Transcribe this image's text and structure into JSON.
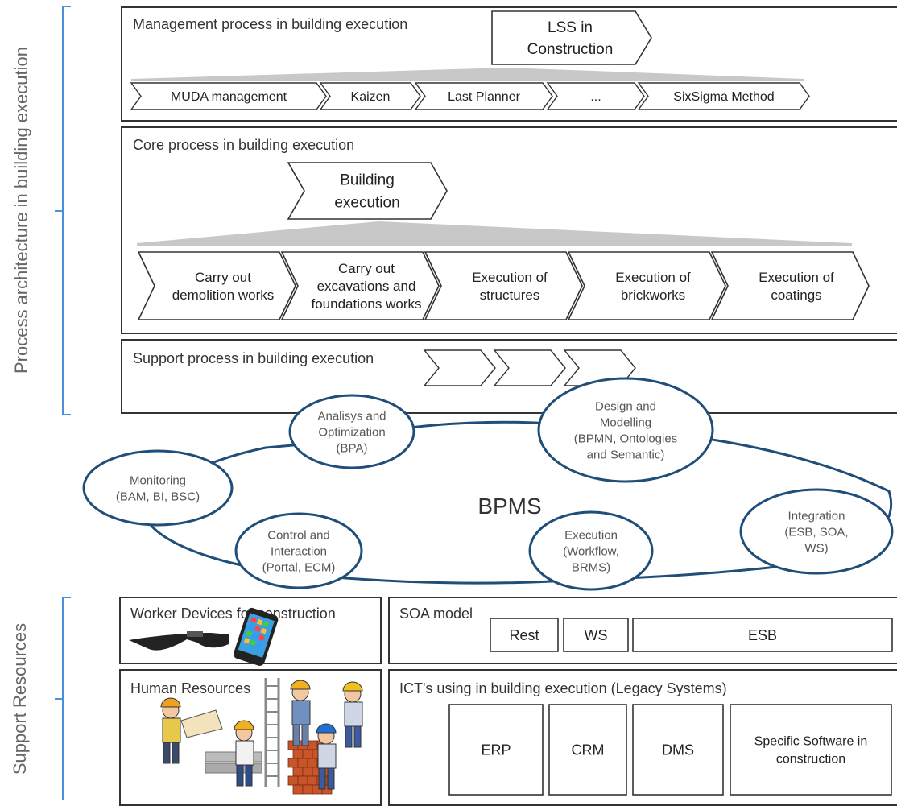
{
  "side_labels": {
    "process_architecture": "Process architecture in building execution",
    "support_resources": "Support Resources"
  },
  "management": {
    "title": "Management process in building execution",
    "lss_lines": [
      "LSS in",
      "Construction"
    ],
    "chevrons": [
      "MUDA management",
      "Kaizen",
      "Last Planner",
      "...",
      "SixSigma Method"
    ]
  },
  "core": {
    "title": "Core process in building execution",
    "building_lines": [
      "Building",
      "execution"
    ],
    "chevrons": [
      [
        "Carry out",
        "demolition works"
      ],
      [
        "Carry out",
        "excavations and",
        "foundations works"
      ],
      [
        "Execution of",
        "structures"
      ],
      [
        "Execution of",
        "brickworks"
      ],
      [
        "Execution of",
        "coatings"
      ]
    ]
  },
  "support": {
    "title": "Support process in building execution"
  },
  "bpms": {
    "label": "BPMS",
    "nodes": [
      [
        "Analisys and",
        "Optimization",
        "(BPA)"
      ],
      [
        "Design and",
        "Modelling",
        "(BPMN, Ontologies",
        "and Semantic)"
      ],
      [
        "Monitoring",
        "(BAM, BI, BSC)"
      ],
      [
        "Integration",
        "(ESB, SOA,",
        "WS)"
      ],
      [
        "Control and",
        "Interaction",
        "(Portal, ECM)"
      ],
      [
        "Execution",
        "(Workflow,",
        "BRMS)"
      ]
    ]
  },
  "resources": {
    "worker_devices": {
      "title": "Worker Devices for construction"
    },
    "soa": {
      "title": "SOA model",
      "items": [
        "Rest",
        "WS",
        "ESB"
      ]
    },
    "human": {
      "title": "Human Resources"
    },
    "ict": {
      "title": "ICT's using in building execution (Legacy Systems)",
      "items": [
        [
          "ERP"
        ],
        [
          "CRM"
        ],
        [
          "DMS"
        ],
        [
          "Specific Software in",
          "construction"
        ]
      ]
    }
  },
  "colors": {
    "bracket": "#4a90d9",
    "ellipse_stroke": "#1f4e79",
    "ellipse_text": "#555555",
    "fan_fill": "#c8c8c8",
    "border": "#333333"
  }
}
